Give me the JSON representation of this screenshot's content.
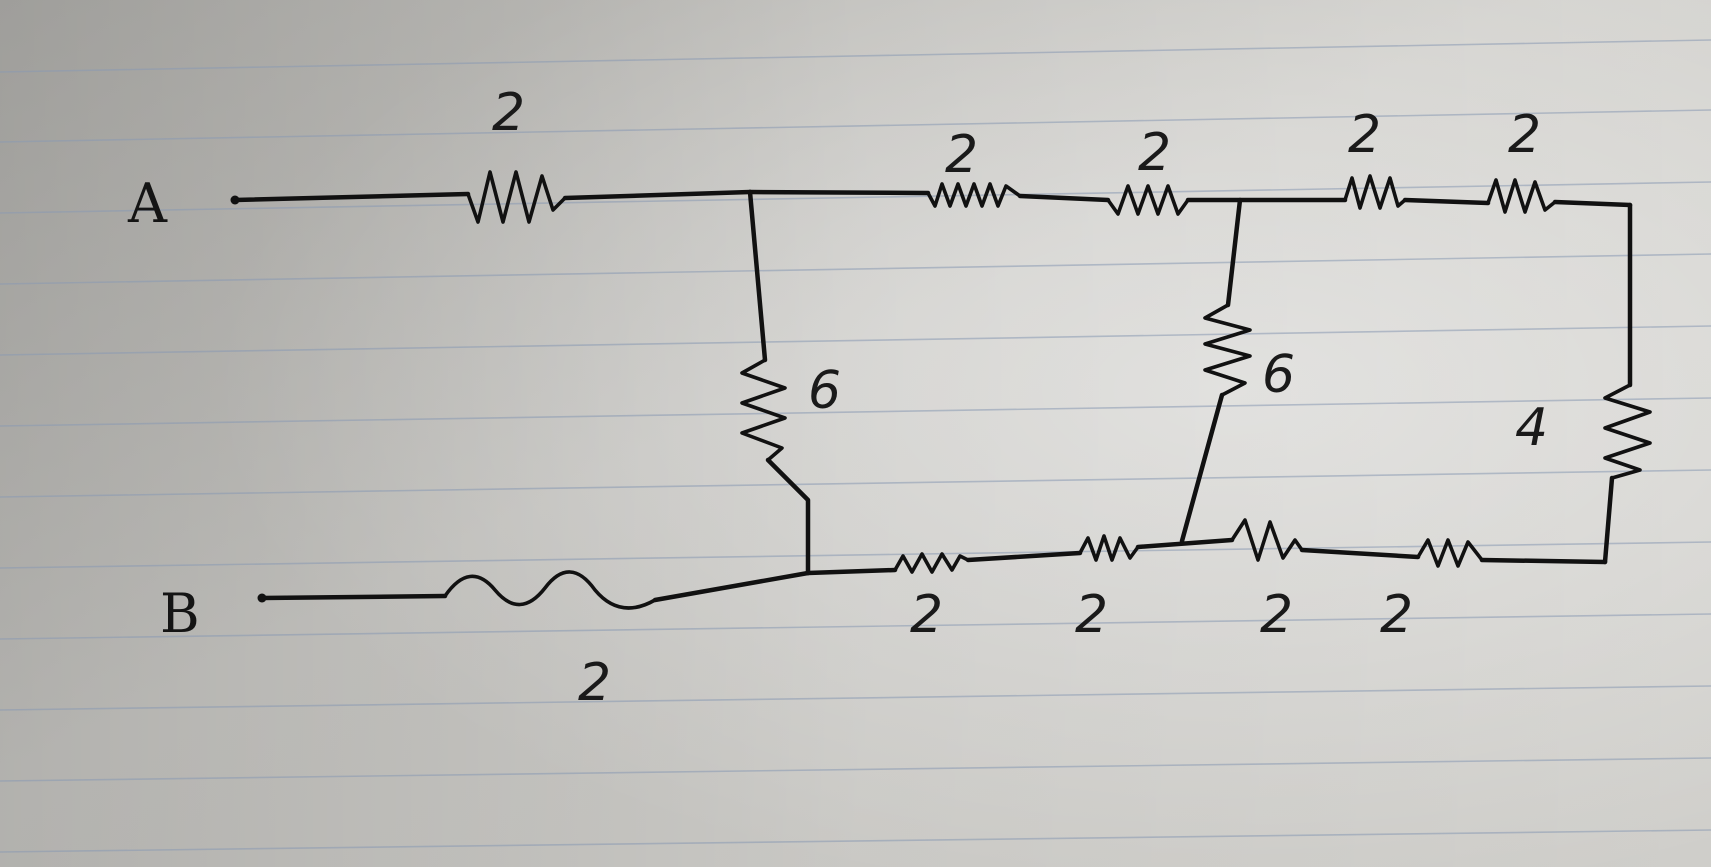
{
  "terminals": {
    "a": "A",
    "b": "B"
  },
  "top": {
    "series_left": "2",
    "r1": "2",
    "r2": "2",
    "r3": "2",
    "r4": "2"
  },
  "shunts": {
    "first": "6",
    "second": "6",
    "end": "4"
  },
  "bottom": {
    "series_left": "2",
    "r1": "2",
    "r2": "2",
    "r3": "2",
    "r4": "2"
  }
}
